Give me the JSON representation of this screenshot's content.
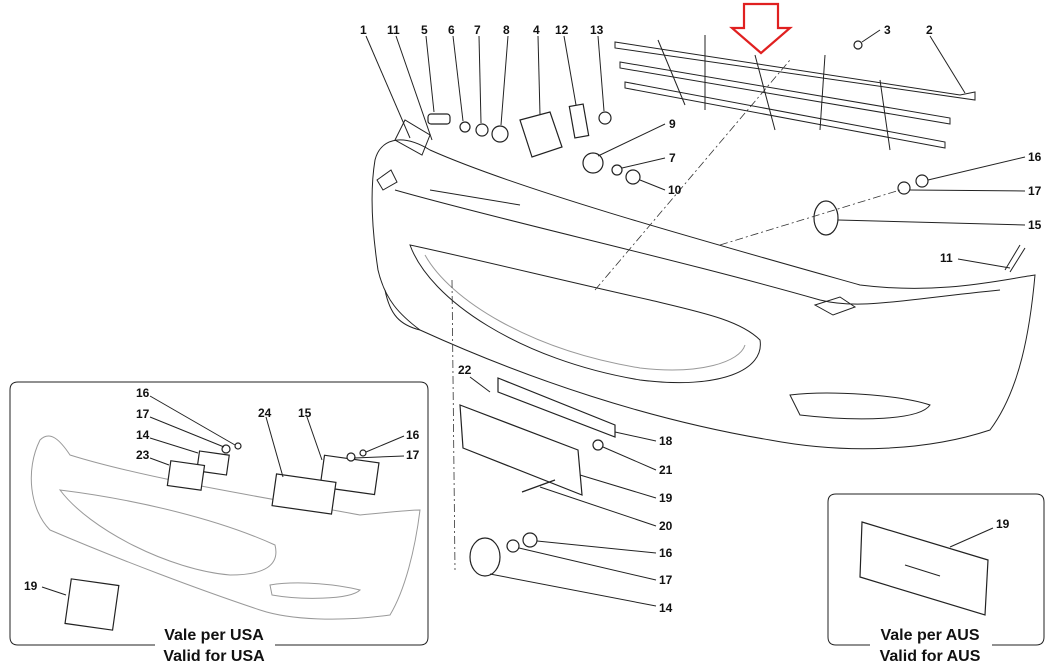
{
  "diagram": {
    "main_labels": [
      "1",
      "11",
      "5",
      "6",
      "7",
      "8",
      "4",
      "12",
      "13",
      "3",
      "2",
      "9",
      "7",
      "10",
      "16",
      "17",
      "15",
      "11",
      "22",
      "18",
      "21",
      "19",
      "20",
      "16",
      "17",
      "14"
    ],
    "usa_inset": {
      "labels": [
        "16",
        "17",
        "14",
        "23",
        "24",
        "15",
        "16",
        "17",
        "19"
      ],
      "caption_line1": "Vale per USA",
      "caption_line2": "Valid for USA"
    },
    "aus_inset": {
      "labels": [
        "19"
      ],
      "caption_line1": "Vale per AUS",
      "caption_line2": "Valid for AUS"
    },
    "highlight_arrow_color": "#e02020"
  }
}
